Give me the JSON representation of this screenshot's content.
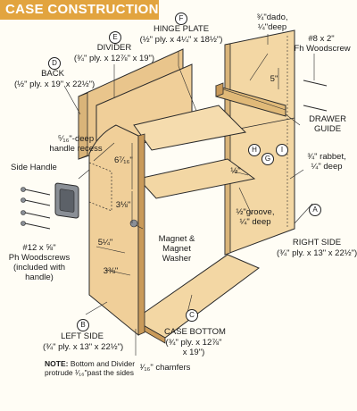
{
  "banner": {
    "title": "CASE CONSTRUCTION"
  },
  "colors": {
    "banner": "#e2a43f",
    "plywood": "#f3d7a4",
    "plywood_dark": "#d9b479",
    "plywood_edge": "#c99a5a",
    "line": "#2a2a2a",
    "metal": "#8a8f96"
  },
  "parts": {
    "hinge_plate": {
      "letter": "F",
      "name": "HINGE PLATE",
      "dims": "(½\" ply. x 4¼\" x 18½\")"
    },
    "divider": {
      "letter": "E",
      "name": "DIVIDER",
      "dims": "(¾\" ply. x 12⅞\" x 19\")"
    },
    "back": {
      "letter": "D",
      "name": "BACK",
      "dims": "(½\" ply. x 19\" x 22½\")"
    },
    "right_side": {
      "letter": "A",
      "name": "RIGHT SIDE",
      "dims": "(¾\" ply. x 13\" x 22½\")"
    },
    "left_side": {
      "letter": "B",
      "name": "LEFT SIDE",
      "dims": "(¾\" ply. x 13\" x 22½\")"
    },
    "case_bottom": {
      "letter": "C",
      "name": "CASE BOTTOM",
      "dims_1": "(¾\" ply. x 12⅞\"",
      "dims_2": "x 19\")"
    }
  },
  "callouts": {
    "dado_1": "¾\"dado,",
    "dado_2": "¼\"deep",
    "woodscrew_top_1": "#8 x 2\"",
    "woodscrew_top_2": "Fh Woodscrew",
    "five": "5\"",
    "drawer_guide_1": "DRAWER",
    "drawer_guide_2": "GUIDE",
    "h": "H",
    "g": "G",
    "i": "I",
    "rabbet_1": "¾\" rabbet,",
    "rabbet_2": "¼\" deep",
    "half": "½\"",
    "groove_1": "½\"groove,",
    "groove_2": "¼\" deep",
    "recess_1": "⁵⁄₁₆\"-deep",
    "recess_2": "handle recess",
    "side_handle": "Side Handle",
    "dim_67": "6⁷⁄₁₆\"",
    "dim_318": "3⅛\"",
    "dim_514": "5¼\"",
    "dim_338": "3⅜\"",
    "magnet_1": "Magnet &",
    "magnet_2": "Magnet",
    "magnet_3": "Washer",
    "ph_1": "#12 x ⅝\"",
    "ph_2": "Ph Woodscrews",
    "ph_3": "(included with",
    "ph_4": "handle)",
    "chamfers": "¹⁄₁₆\" chamfers"
  },
  "note": {
    "label": "NOTE:",
    "line1": " Bottom and Divider",
    "line2": "protrude ¹⁄₁₆\"past the sides"
  }
}
